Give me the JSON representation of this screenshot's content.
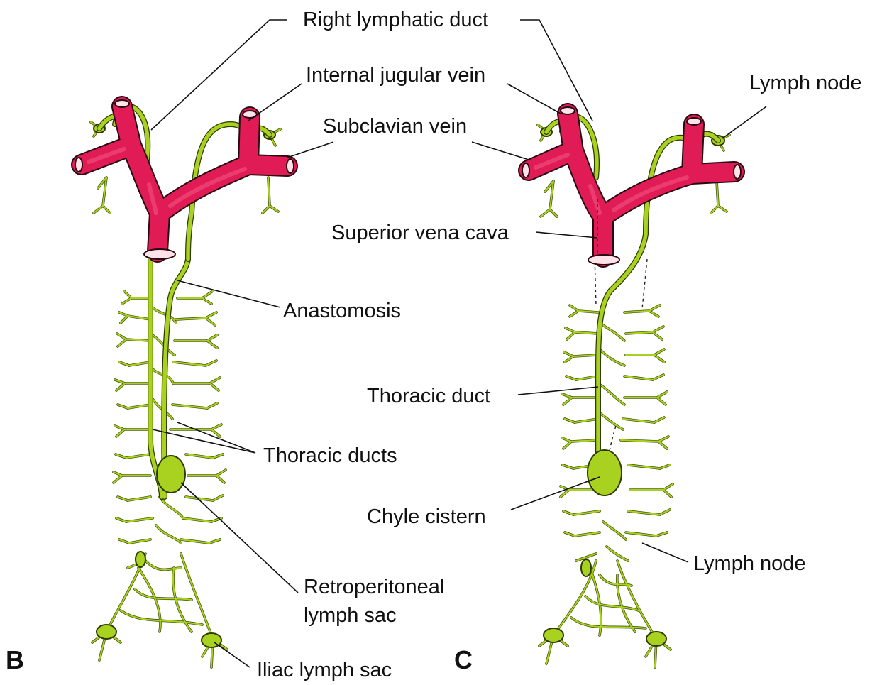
{
  "panels": {
    "b": {
      "letter": "B",
      "labels": {
        "right_lymphatic_duct": "Right lymphatic duct",
        "internal_jugular_vein": "Internal jugular vein",
        "subclavian_vein": "Subclavian vein",
        "anastomosis": "Anastomosis",
        "thoracic_ducts": "Thoracic ducts",
        "retroperitoneal_line1": "Retroperitoneal",
        "retroperitoneal_line2": "lymph sac",
        "iliac_lymph_sac": "Iliac lymph sac"
      }
    },
    "c": {
      "letter": "C",
      "labels": {
        "lymph_node_top": "Lymph node",
        "superior_vena_cava": "Superior vena cava",
        "thoracic_duct": "Thoracic duct",
        "chyle_cistern": "Chyle cistern",
        "lymph_node_bottom": "Lymph node"
      }
    }
  },
  "colors": {
    "vein": "#e01b55",
    "lymphatic": "#a8d21f",
    "text": "#111111"
  }
}
